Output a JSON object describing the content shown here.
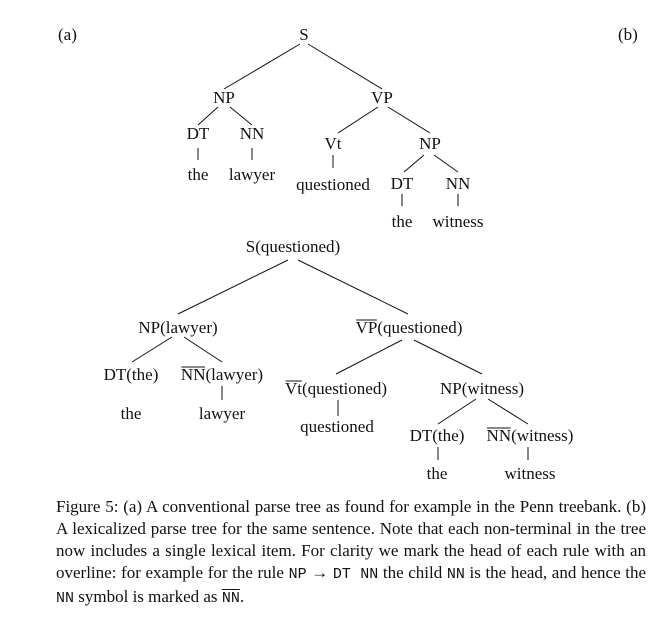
{
  "labels": {
    "a": "(a)",
    "b": "(b)"
  },
  "tree_a": {
    "S": "S",
    "NP": "NP",
    "VP": "VP",
    "DT1": "DT",
    "NN1": "NN",
    "the1": "the",
    "lawyer": "lawyer",
    "Vt": "Vt",
    "NP2": "NP",
    "questioned": "questioned",
    "DT2": "DT",
    "NN2": "NN",
    "the2": "the",
    "witness": "witness"
  },
  "tree_b": {
    "S": "S(questioned)",
    "NP": "NP(lawyer)",
    "VP_head": "VP",
    "VP_rest": "(questioned)",
    "DT1": "DT(the)",
    "NN1_head": "NN",
    "NN1_rest": "(lawyer)",
    "the1": "the",
    "lawyer": "lawyer",
    "Vt_head": "Vt",
    "Vt_rest": "(questioned)",
    "NP2": "NP(witness)",
    "questioned": "questioned",
    "DT2": "DT(the)",
    "NN2_head": "NN",
    "NN2_rest": "(witness)",
    "the2": "the",
    "witness": "witness"
  },
  "caption": {
    "p1": "Figure 5: (a) A conventional parse tree as found for example in the Penn treebank. (b) A lexicalized parse tree for the same sentence. Note that each non-terminal in the tree now includes a single lexical item. For clarity we mark the head of each rule with an overline: for example for the rule ",
    "rule_lhs": "NP",
    "arrow": "→",
    "rule_rhs": "DT NN",
    "p2": " the child ",
    "child": "NN",
    "p3": " is the head, and hence the ",
    "sym": "NN",
    "p4": " symbol is marked as ",
    "marked": "NN",
    "p5": "."
  }
}
